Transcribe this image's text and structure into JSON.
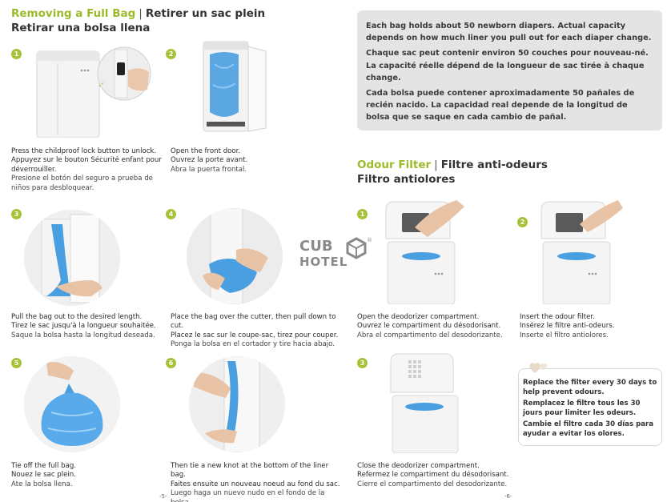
{
  "left_section": {
    "title_en": "Removing a Full Bag",
    "title_fr": "Retirer un sac plein",
    "title_es": "Retirar una bolsa llena",
    "separator": "|"
  },
  "steps_left": [
    {
      "num": "1",
      "en": "Press the childproof lock button to unlock.",
      "fr": "Appuyez sur le bouton Sécurité enfant pour déverrouiller.",
      "es": "Presione el botón del seguro a prueba de niños para desbloquear."
    },
    {
      "num": "2",
      "en": "Open the front door.",
      "fr": "Ouvrez la porte avant.",
      "es": "Abra la puerta frontal."
    },
    {
      "num": "3",
      "en": "Pull the bag out to the desired length.",
      "fr": "Tirez le sac jusqu'à la longueur souhaitée.",
      "es": "Saque la bolsa hasta la longitud deseada."
    },
    {
      "num": "4",
      "en": "Place the bag over the cutter, then pull down to cut.",
      "fr": "Placez le sac sur le coupe-sac, tirez pour couper.",
      "es": "Ponga la bolsa en el cortador y tire hacia abajo."
    },
    {
      "num": "5",
      "en": "Tie off the full bag.",
      "fr": "Nouez le sac plein.",
      "es": "Ate la bolsa llena."
    },
    {
      "num": "6",
      "en": "Then tie a new knot at the bottom of the liner bag.",
      "fr": "Faites ensuite un nouveau noeud au fond du sac.",
      "es": "Luego haga un nuevo nudo en el fondo de la bolsa."
    }
  ],
  "capacity_info": {
    "en": "Each bag holds about 50 newborn diapers. Actual capacity depends on how much liner you pull out for each diaper change.",
    "fr": "Chaque sac peut contenir environ 50 couches pour nouveau-né. La capacité réelle dépend de la longueur de sac tirée à chaque change.",
    "es": "Cada bolsa puede contener aproximadamente 50 pañales de recién nacido. La capacidad real depende de la longitud de bolsa que se saque en cada cambio de pañal."
  },
  "right_section": {
    "title_en": "Odour Filter",
    "title_fr": "Filtre anti-odeurs",
    "title_es": "Filtro antiolores",
    "separator": "|"
  },
  "steps_right": [
    {
      "num": "1",
      "en": "Open the deodorizer compartment.",
      "fr": "Ouvrez le compartiment du désodorisant.",
      "es": "Abra el compartimento del desodorizante."
    },
    {
      "num": "2",
      "en": "Insert the odour filter.",
      "fr": "Insérez le filtre anti-odeurs.",
      "es": "Inserte el filtro antiolores."
    },
    {
      "num": "3",
      "en": "Close the deodorizer compartment.",
      "fr": "Refermez le compartiment du désodorisant.",
      "es": "Cierre el compartimento del desodorizante."
    }
  ],
  "tip": {
    "en": "Replace the filter every 30 days to help prevent odours.",
    "fr": "Remplacez le filtre tous les 30 jours pour limiter les odeurs.",
    "es": "Cambie el filtro cada 30 días para ayudar a evitar los olores."
  },
  "logo": {
    "line1": "CUB",
    "line2": "HOTEL",
    "mark": "®"
  },
  "page_numbers": {
    "left": "-5-",
    "right": "-6-"
  },
  "colors": {
    "accent_green": "#9bbb2a",
    "bag_blue": "#4a9fe0",
    "info_grey": "#e4e4e4"
  }
}
